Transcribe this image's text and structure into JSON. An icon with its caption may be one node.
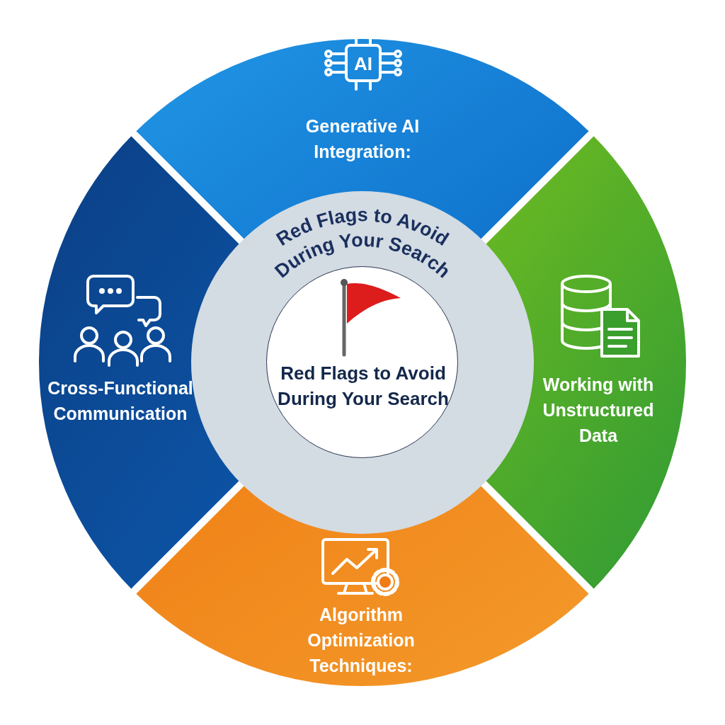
{
  "diagram": {
    "nodes": [
      {
        "text": [
          "Generative AI Integration:"
        ]
      },
      {
        "text": [
          "Red Flags to Avoid During Your Search"
        ]
      },
      {
        "text": [
          "Red Flags to Avoid During Your Search"
        ],
        "in": 1
      },
      {
        "text": [
          "Cross-Functional Communication"
        ]
      },
      {
        "text": [
          "Working with Unstructured Data"
        ]
      },
      {
        "text": [
          "Algorithm Optimization Techniques:"
        ]
      }
    ],
    "edges": [],
    "labels": [
      "AI"
    ]
  }
}
